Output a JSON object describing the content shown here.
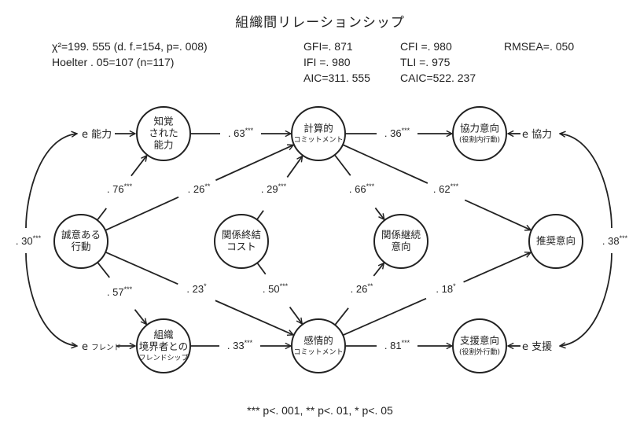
{
  "title": "組織間リレーションシップ",
  "fit_indices": {
    "chi_sq": "χ²=199. 555 (d. f.=154, p=. 008)",
    "hoelter": "Hoelter . 05=107 (n=117)",
    "gfi": "GFI=. 871",
    "ifi": "IFI =. 980",
    "aic": "AIC=311. 555",
    "cfi": "CFI =. 980",
    "tli": "TLI =. 975",
    "caic": "CAIC=522. 237",
    "rmsea": "RMSEA=. 050"
  },
  "nodes": [
    {
      "id": "perceived_ability",
      "lines": [
        "知覚",
        "された",
        "能力"
      ],
      "small": []
    },
    {
      "id": "sincere_behavior",
      "lines": [
        "誠意ある",
        "行動"
      ],
      "small": []
    },
    {
      "id": "friendship",
      "lines": [
        "組織",
        "境界者との"
      ],
      "small": [
        "フレンドシップ"
      ]
    },
    {
      "id": "calculative",
      "lines": [
        "計算的"
      ],
      "small": [
        "コミットメント"
      ]
    },
    {
      "id": "termination_cost",
      "lines": [
        "関係終結",
        "コスト"
      ],
      "small": []
    },
    {
      "id": "affective",
      "lines": [
        "感情的"
      ],
      "small": [
        "コミットメント"
      ]
    },
    {
      "id": "continuation",
      "lines": [
        "関係継続",
        "意向"
      ],
      "small": []
    },
    {
      "id": "cooperation",
      "lines": [
        "協力意向"
      ],
      "small": [
        "(役割内行動)"
      ]
    },
    {
      "id": "recommendation",
      "lines": [
        "推奨意向"
      ],
      "small": []
    },
    {
      "id": "support",
      "lines": [
        "支援意向"
      ],
      "small": [
        "(役割外行動)"
      ]
    }
  ],
  "error_terms": [
    {
      "id": "e_ability",
      "label": "e 能力"
    },
    {
      "id": "e_friend",
      "label_e": "e",
      "label_small": "フレンド"
    },
    {
      "id": "e_coop",
      "label": "e 協力"
    },
    {
      "id": "e_support",
      "label": "e 支援"
    }
  ],
  "paths": [
    {
      "from": "perceived_ability",
      "to": "calculative",
      "coef": ". 63***"
    },
    {
      "from": "sincere_behavior",
      "to": "perceived_ability",
      "coef": ". 76***"
    },
    {
      "from": "sincere_behavior",
      "to": "calculative",
      "coef": ". 26**"
    },
    {
      "from": "sincere_behavior",
      "to": "friendship",
      "coef": ". 57***"
    },
    {
      "from": "sincere_behavior",
      "to": "affective",
      "coef": ". 23*"
    },
    {
      "from": "termination_cost",
      "to": "calculative",
      "coef": ". 29***"
    },
    {
      "from": "termination_cost",
      "to": "affective",
      "coef": ". 50***"
    },
    {
      "from": "friendship",
      "to": "affective",
      "coef": ". 33***"
    },
    {
      "from": "calculative",
      "to": "cooperation",
      "coef": ". 36***"
    },
    {
      "from": "calculative",
      "to": "continuation",
      "coef": ". 66***"
    },
    {
      "from": "calculative",
      "to": "recommendation",
      "coef": ". 62***"
    },
    {
      "from": "affective",
      "to": "continuation",
      "coef": ". 26**"
    },
    {
      "from": "affective",
      "to": "recommendation",
      "coef": ". 18*"
    },
    {
      "from": "affective",
      "to": "support",
      "coef": ". 81***"
    }
  ],
  "correlations": [
    {
      "between": [
        "e_ability",
        "e_friend"
      ],
      "coef": ". 30***"
    },
    {
      "between": [
        "e_coop",
        "e_support"
      ],
      "coef": ". 38***"
    }
  ],
  "footnote": "*** p<. 001,  ** p<. 01,  * p<. 05"
}
